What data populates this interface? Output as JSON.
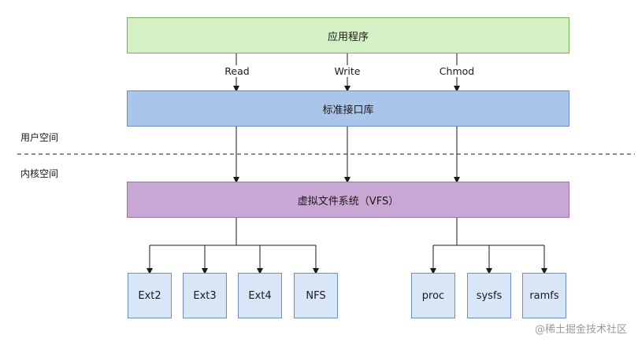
{
  "layers": {
    "app": "应用程序",
    "lib": "标准接口库",
    "vfs": "虚拟文件系统（VFS）"
  },
  "calls": [
    "Read",
    "Write",
    "Chmod"
  ],
  "spaces": {
    "user": "用户空间",
    "kernel": "内核空间"
  },
  "filesystems": [
    "Ext2",
    "Ext3",
    "Ext4",
    "NFS",
    "proc",
    "sysfs",
    "ramfs"
  ],
  "watermark": "@稀土掘金技术社区"
}
